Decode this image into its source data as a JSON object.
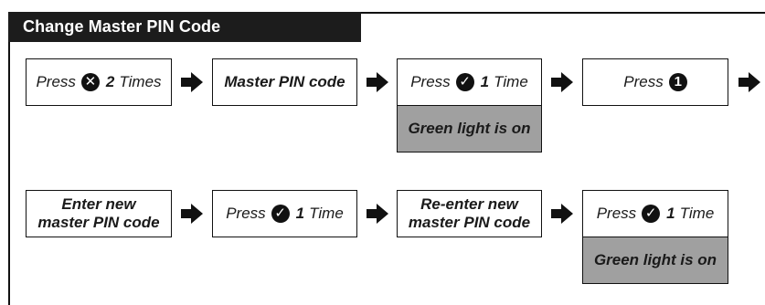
{
  "title": "Change Master PIN Code",
  "row1": {
    "step1": {
      "prefix": "Press",
      "icon": "x-circle-icon",
      "count": "2",
      "suffix": "Times"
    },
    "step2": {
      "label": "Master PIN code"
    },
    "step3": {
      "prefix": "Press",
      "icon": "check-circle-icon",
      "count": "1",
      "suffix": "Time",
      "note": "Green light is on"
    },
    "step4": {
      "prefix": "Press",
      "icon": "number-one-circle-icon",
      "icon_text": "1"
    }
  },
  "row2": {
    "step1": {
      "line1": "Enter new",
      "line2": "master PIN code"
    },
    "step2": {
      "prefix": "Press",
      "icon": "check-circle-icon",
      "count": "1",
      "suffix": "Time"
    },
    "step3": {
      "line1": "Re-enter new",
      "line2": "master PIN code"
    },
    "step4": {
      "prefix": "Press",
      "icon": "check-circle-icon",
      "count": "1",
      "suffix": "Time",
      "note": "Green light is on"
    }
  },
  "colors": {
    "title_bg": "#1c1c1c",
    "note_bg": "#a0a0a0",
    "stroke": "#111111"
  }
}
